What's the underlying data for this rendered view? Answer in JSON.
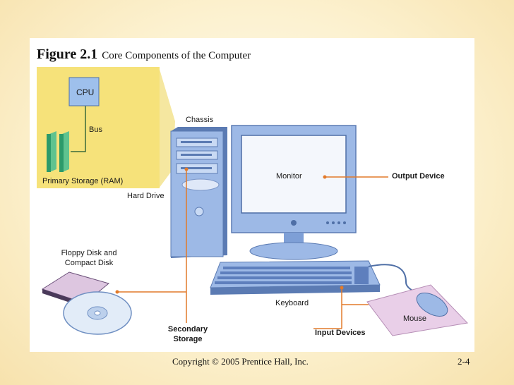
{
  "figure": {
    "number": "Figure 2.1",
    "caption": "Core Components of the Computer"
  },
  "inset": {
    "cpu_label": "CPU",
    "bus_label": "Bus",
    "ram_label": "Primary Storage (RAM)"
  },
  "labels": {
    "chassis": "Chassis",
    "hard_drive": "Hard Drive",
    "monitor": "Monitor",
    "output_device": "Output Device",
    "floppy_disk_line1": "Floppy Disk and",
    "floppy_disk_line2": "Compact Disk",
    "keyboard": "Keyboard",
    "secondary_storage_line1": "Secondary",
    "secondary_storage_line2": "Storage",
    "input_devices": "Input Devices",
    "mouse": "Mouse"
  },
  "footer": {
    "copyright": "Copyright © 2005 Prentice Hall, Inc.",
    "slide_number": "2-4"
  },
  "colors": {
    "inset_background": "#f6e27a",
    "device_blue": "#8aaee0",
    "device_blue_dark": "#4f6fa6",
    "ram_green": "#2c9a6a",
    "leader_line": "#e27a2a",
    "mousepad": "#e9cfe8"
  }
}
